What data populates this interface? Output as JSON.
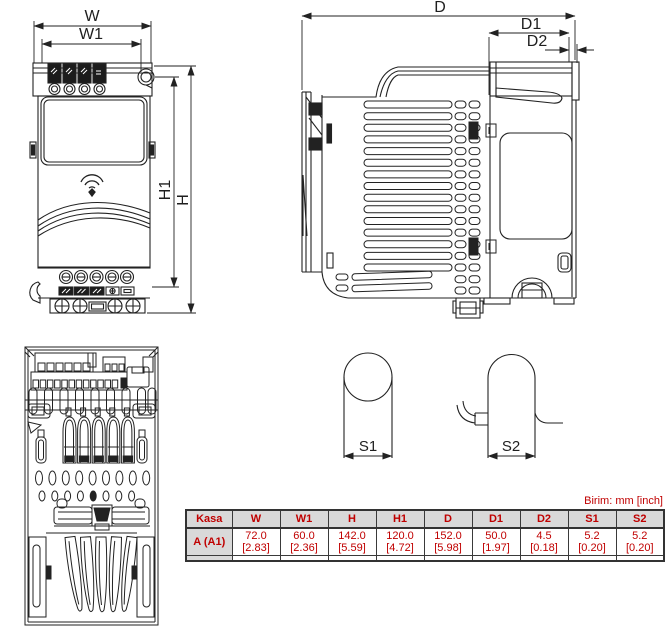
{
  "drawing": {
    "front_view": {
      "width_label": "W",
      "width1_label": "W1",
      "height_label": "H",
      "height1_label": "H1"
    },
    "side_view": {
      "depth_label": "D",
      "depth1_label": "D1",
      "depth2_label": "D2"
    },
    "mounting_details": {
      "s1_label": "S1",
      "s2_label": "S2"
    }
  },
  "table": {
    "unit_note": "Birim: mm [inch]",
    "headers": [
      "Kasa",
      "W",
      "W1",
      "H",
      "H1",
      "D",
      "D1",
      "D2",
      "S1",
      "S2"
    ],
    "rows": [
      {
        "label": "A (A1)",
        "mm": [
          "72.0",
          "60.0",
          "142.0",
          "120.0",
          "152.0",
          "50.0",
          "4.5",
          "5.2",
          "5.2"
        ],
        "inch": [
          "[2.83]",
          "[2.36]",
          "[5.59]",
          "[4.72]",
          "[5.98]",
          "[1.97]",
          "[0.18]",
          "[0.20]",
          "[0.20]"
        ]
      }
    ]
  },
  "colors": {
    "accent_red": "#c00000",
    "table_header_bg": "#d9d9d9",
    "line": "#222222"
  }
}
